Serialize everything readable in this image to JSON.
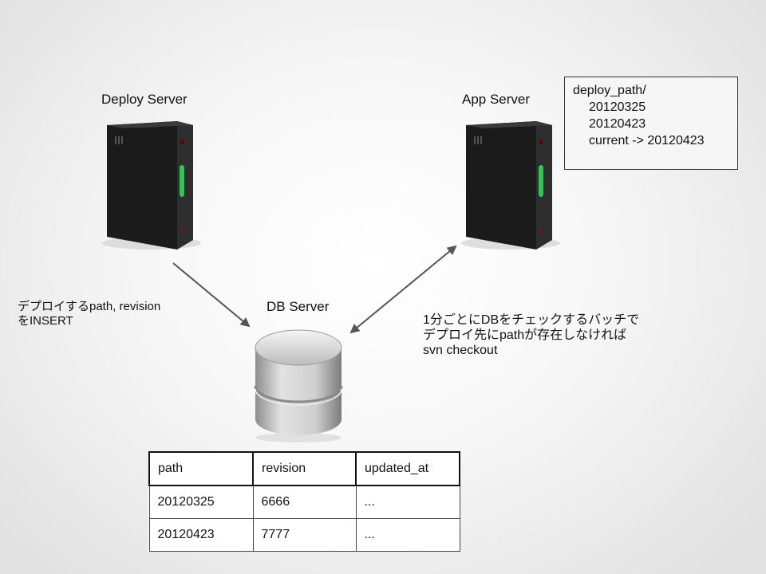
{
  "nodes": {
    "deploy_server": {
      "label": "Deploy Server"
    },
    "app_server": {
      "label": "App Server"
    },
    "db_server": {
      "label": "DB Server"
    }
  },
  "notes": {
    "deploy_to_db": [
      "デプロイするpath, revision",
      "をINSERT"
    ],
    "app_db_sync": [
      "1分ごとにDBをチェックするバッチで",
      "デプロイ先にpathが存在しなければ",
      "svn checkout"
    ]
  },
  "directory_box": {
    "root": "deploy_path/",
    "entries": [
      "20120325",
      "20120423",
      "current -> 20120423"
    ]
  },
  "db_table": {
    "columns": [
      "path",
      "revision",
      "updated_at"
    ],
    "rows": [
      [
        "20120325",
        "6666",
        "..."
      ],
      [
        "20120423",
        "7777",
        "..."
      ]
    ]
  },
  "colors": {
    "server_body": "#1a1a1a",
    "server_led": "#2ee05a",
    "arrow": "#555555",
    "db_cylinder": "#bdbdbd"
  }
}
